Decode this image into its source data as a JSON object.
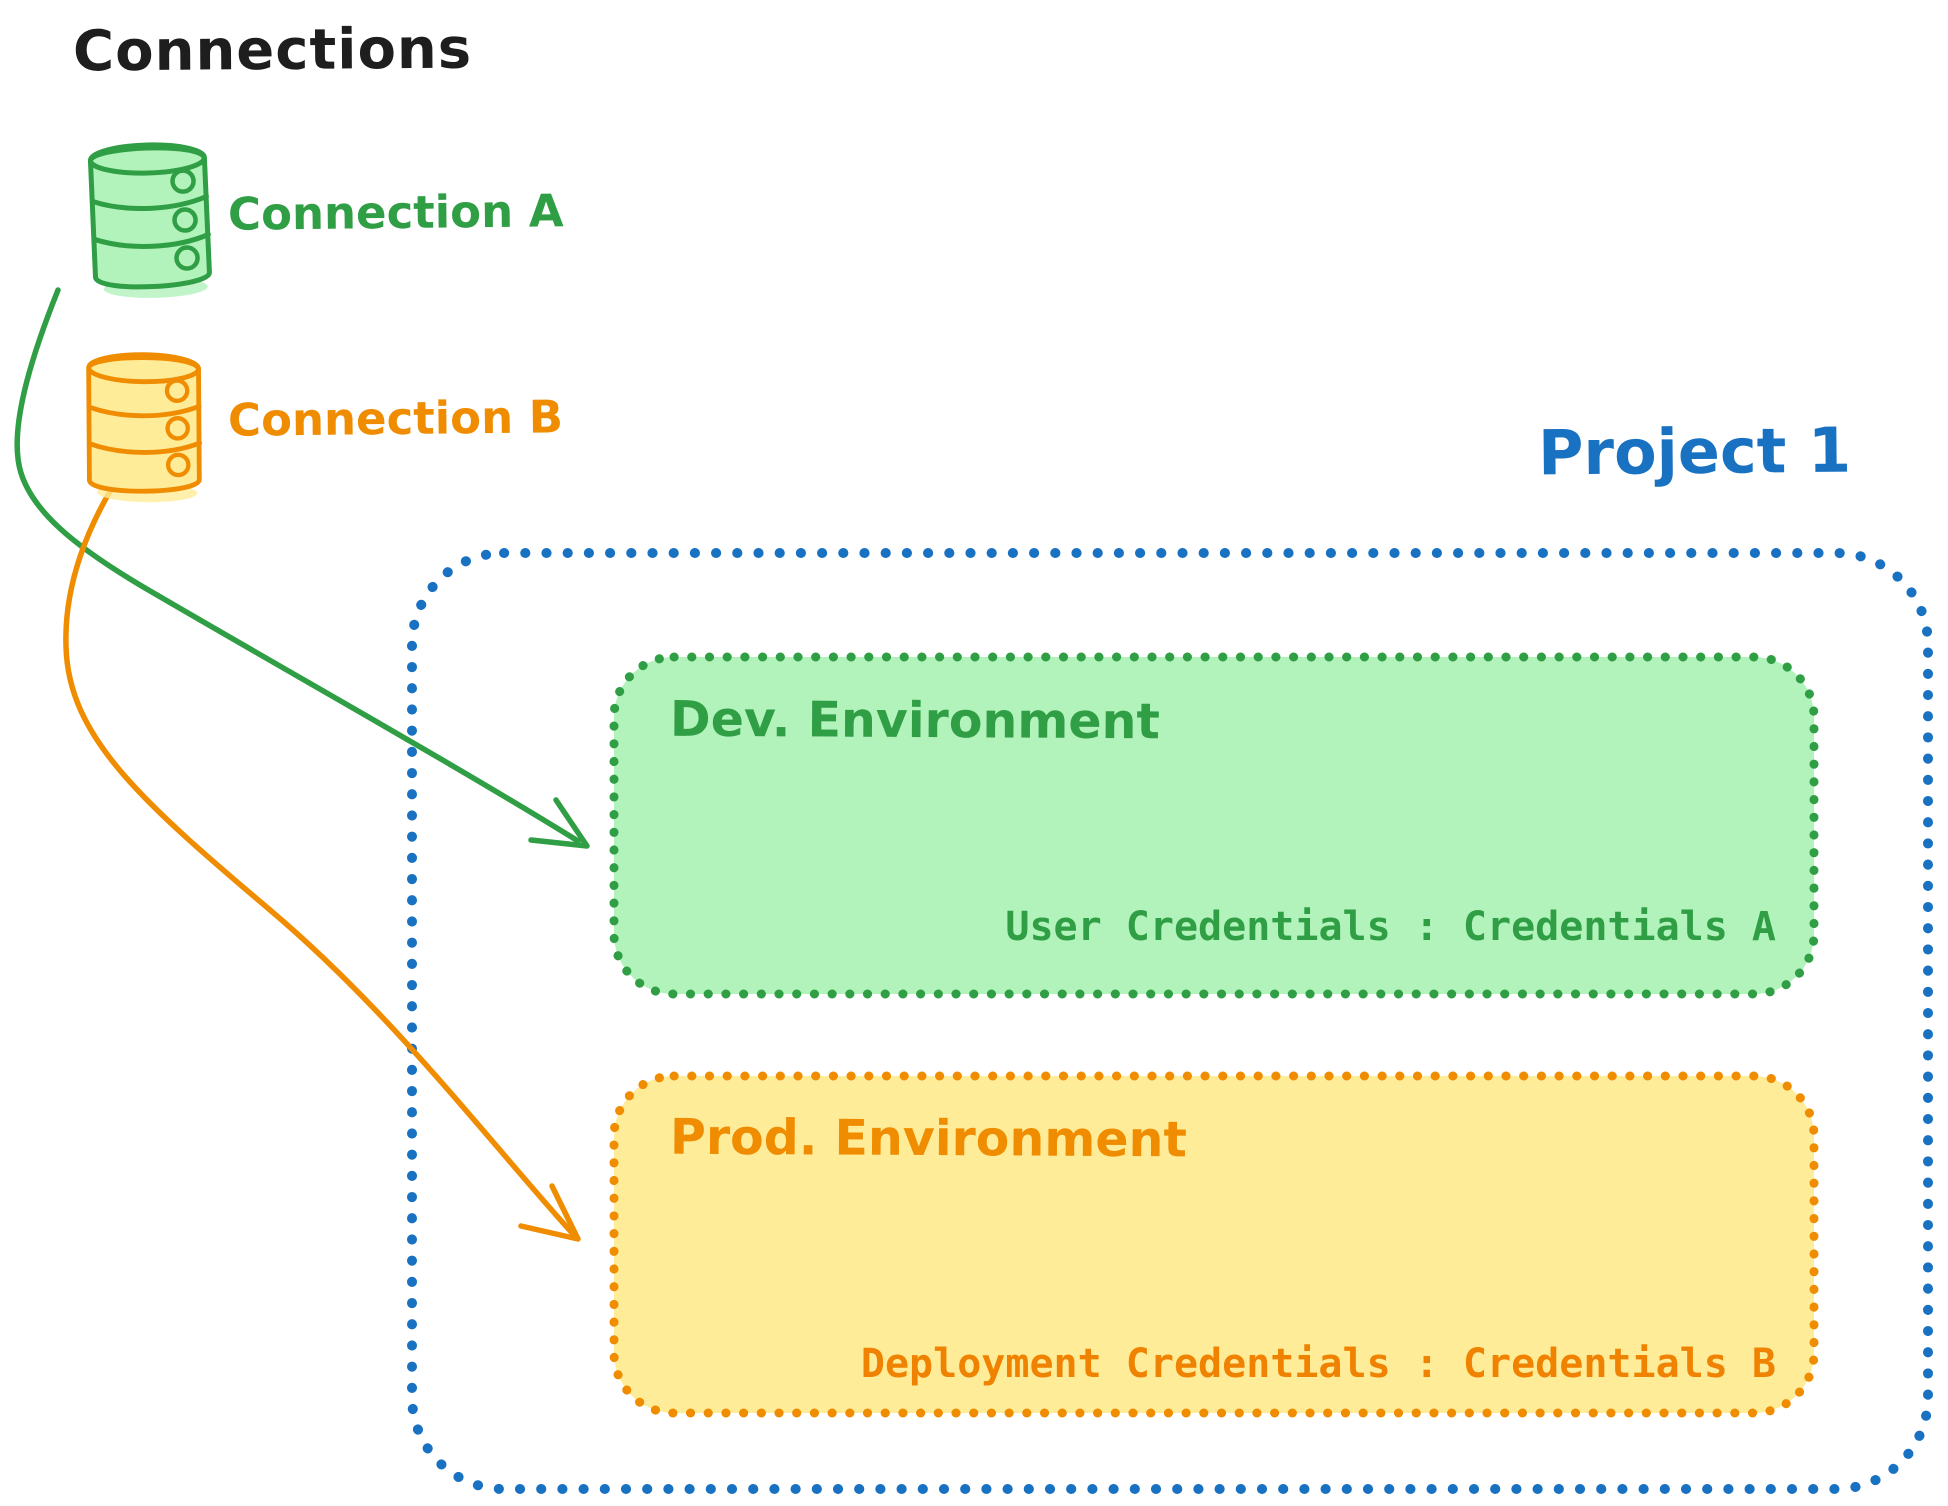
{
  "title": "Connections",
  "connections": [
    {
      "id": "a",
      "label": "Connection A",
      "stroke": "#2f9e44",
      "fill": "#b2f2bb"
    },
    {
      "id": "b",
      "label": "Connection B",
      "stroke": "#f08c00",
      "fill": "#ffec99"
    }
  ],
  "project": {
    "label": "Project 1",
    "border_color": "#1971c2",
    "environments": [
      {
        "name": "Dev. Environment",
        "credentials": "User Credentials : Credentials A",
        "stroke": "#2f9e44",
        "fill": "#b2f2bb"
      },
      {
        "name": "Prod. Environment",
        "credentials": "Deployment Credentials : Credentials B",
        "stroke": "#f08c00",
        "fill": "#ffec99"
      }
    ]
  },
  "arrows": [
    {
      "from": "connection-a",
      "to": "dev-environment",
      "color": "#2f9e44"
    },
    {
      "from": "connection-b",
      "to": "prod-environment",
      "color": "#f08c00"
    }
  ]
}
